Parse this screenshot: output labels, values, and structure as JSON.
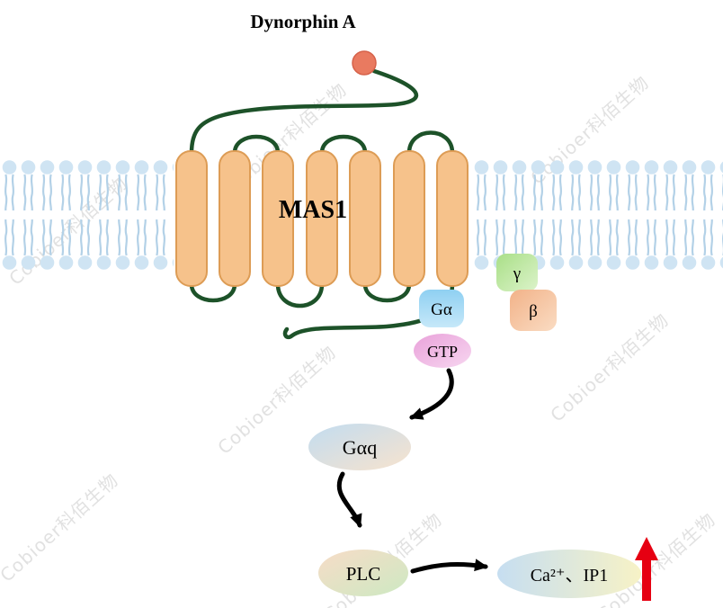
{
  "title": "Dynorphin A",
  "watermark": "Cobioer科佰生物",
  "receptor": {
    "name": "MAS1"
  },
  "g_protein": {
    "g_alpha": "Gα",
    "gtp": "GTP",
    "gamma": "γ",
    "beta": "β"
  },
  "pathway": {
    "gaq": "Gαq",
    "plc": "PLC",
    "output": "Ca²⁺、IP1"
  },
  "colors": {
    "helix": "#f6c28b",
    "helix_border": "#dd9c55",
    "loop": "#1d5229",
    "membrane_head": "#cfe4f3",
    "membrane_tail": "#b3d1e7",
    "ligand": "#e97a60",
    "arrow": "#000000",
    "up_arrow": "#e60012",
    "watermark": "#c9c9c9"
  }
}
